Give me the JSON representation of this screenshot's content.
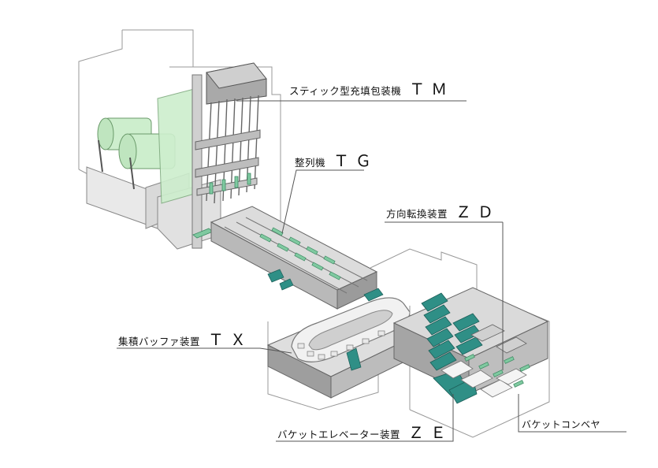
{
  "labels": {
    "tm": {
      "name": "スティック型充填包装機",
      "code": "ＴＭ"
    },
    "tg": {
      "name": "整列機",
      "code": "ＴＧ"
    },
    "zd": {
      "name": "方向転換装置",
      "code": "ＺＤ"
    },
    "tx": {
      "name": "集積バッファ装置",
      "code": "ＴＸ"
    },
    "ze": {
      "name": "バケットエレベーター装置",
      "code": "ＺＥ"
    },
    "bc": {
      "name": "バケットコンベヤ"
    }
  },
  "colors": {
    "line": "#555555",
    "frame": "#9a9a9a",
    "body_light": "#e6e6e6",
    "body_mid": "#c9c9c9",
    "body_dark": "#8f8f8f",
    "film_green": "#cdeecd",
    "accent_teal": "#2f8f86",
    "tray_green": "#7fc9a0"
  }
}
